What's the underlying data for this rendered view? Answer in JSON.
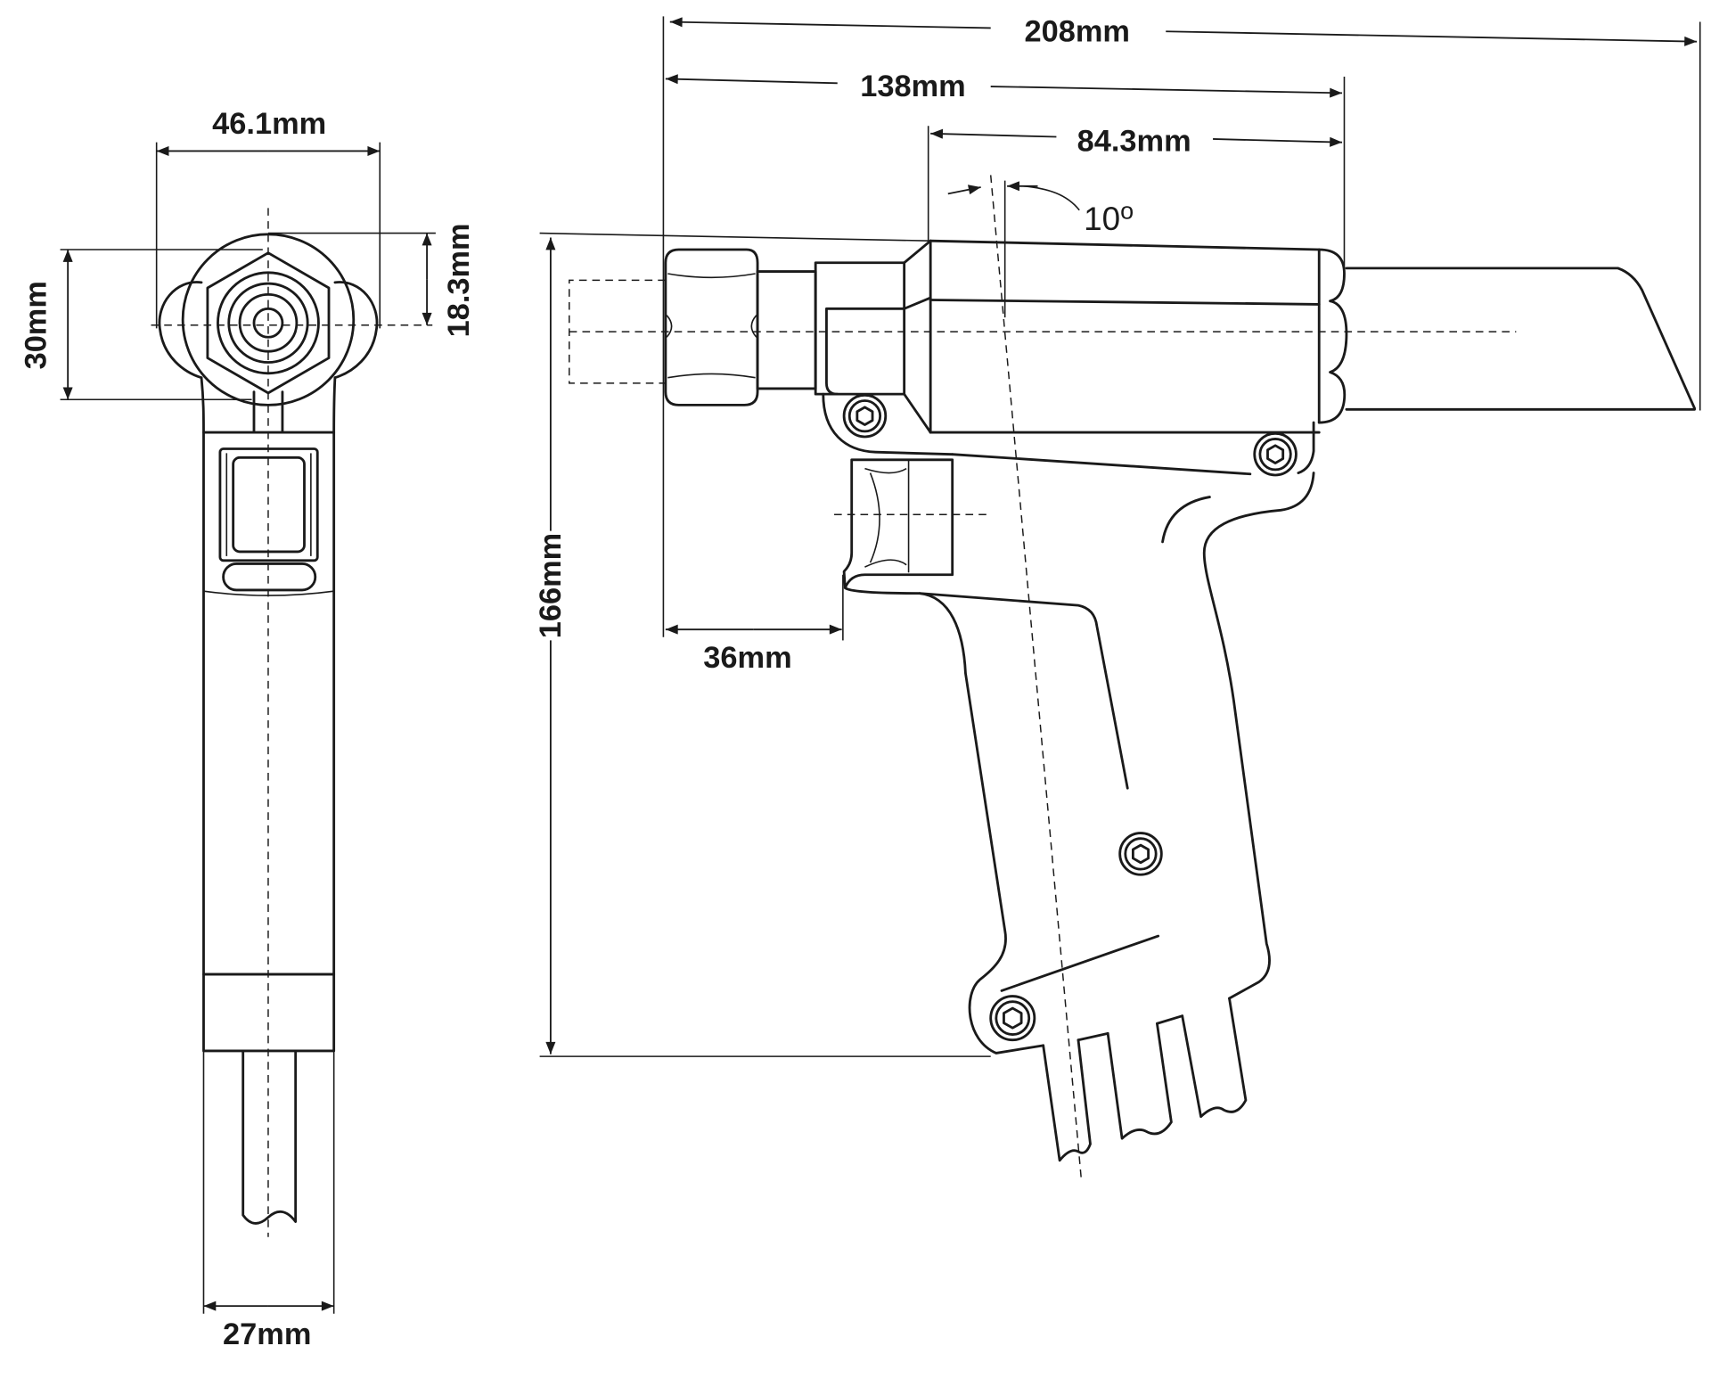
{
  "front_view": {
    "width_label": "46.1mm",
    "height_label": "30mm",
    "nut_height_label": "18.3mm",
    "grip_width_label": "27mm"
  },
  "side_view": {
    "overall_length_label": "208mm",
    "front_to_cap_label": "138mm",
    "body_length_label": "84.3mm",
    "grip_angle_value": "10",
    "grip_angle_unit": "o",
    "overall_height_label": "166mm",
    "trigger_offset_label": "36mm"
  },
  "colors": {
    "ink": "#1a1a1a",
    "background": "#ffffff"
  }
}
